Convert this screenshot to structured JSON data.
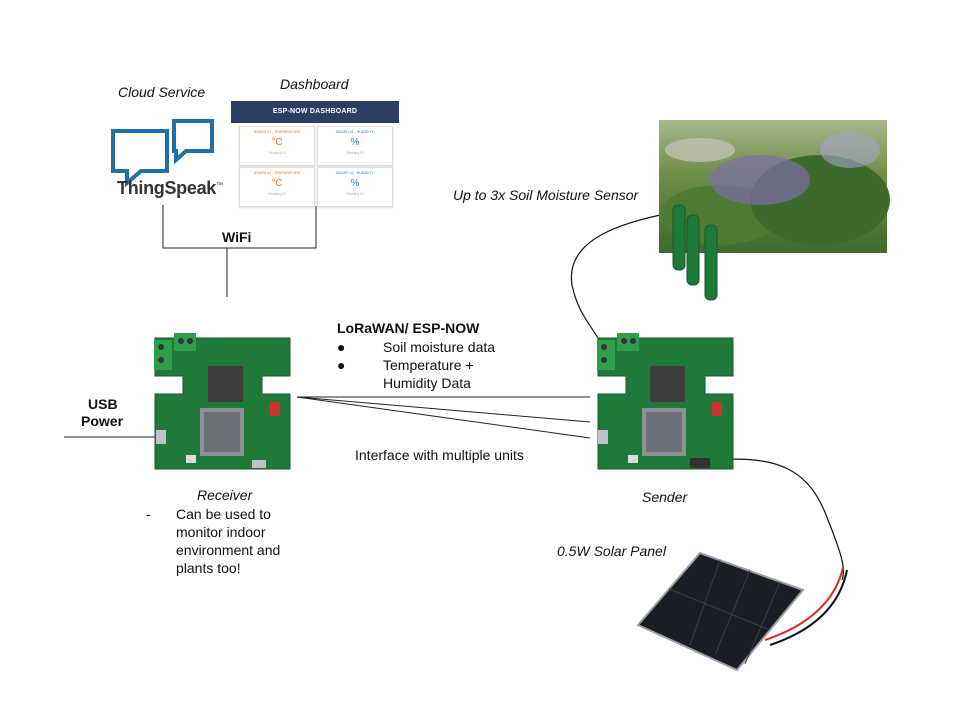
{
  "cloud": {
    "label": "Cloud Service",
    "logo_text": "ThingSpeak",
    "logo_tm": "™"
  },
  "dashboard": {
    "label": "Dashboard",
    "header": "ESP-NOW DASHBOARD",
    "cards": [
      {
        "title": "BOARD #1 - TEMPERATURE",
        "value": "°C",
        "reading": "Reading ID"
      },
      {
        "title": "BOARD #1 - HUMIDITY",
        "value": "%",
        "reading": "Reading ID"
      },
      {
        "title": "BOARD #2 - TEMPERATURE",
        "value": "°C",
        "reading": "Reading ID"
      },
      {
        "title": "BOARD #2 - HUMIDITY",
        "value": "%",
        "reading": "Reading ID"
      }
    ]
  },
  "wifi_label": "WiFi",
  "usb_label_1": "USB",
  "usb_label_2": "Power",
  "link": {
    "title": "LoRaWAN/ ESP-NOW",
    "bullet_char": "●",
    "bullets": [
      "Soil moisture data",
      "Temperature +",
      "Humidity Data"
    ]
  },
  "interface_label": "Interface with multiple units",
  "receiver": {
    "label": "Receiver",
    "dash": "-",
    "notes": [
      "Can be used to",
      "monitor indoor",
      "environment and",
      "plants too!"
    ]
  },
  "sender_label": "Sender",
  "soil_label": "Up to 3x Soil Moisture Sensor",
  "solar_label": "0.5W Solar Panel",
  "colors": {
    "pcb": "#1f7a3a",
    "pcb_dark": "#155c2b",
    "terminal": "#2e9e4a",
    "module": "#3d3d3d",
    "speech_icon": "#1f6fa8",
    "dash_header": "#2c3e66",
    "solar": "#1a1d24",
    "garden": "#5a8a3a"
  }
}
